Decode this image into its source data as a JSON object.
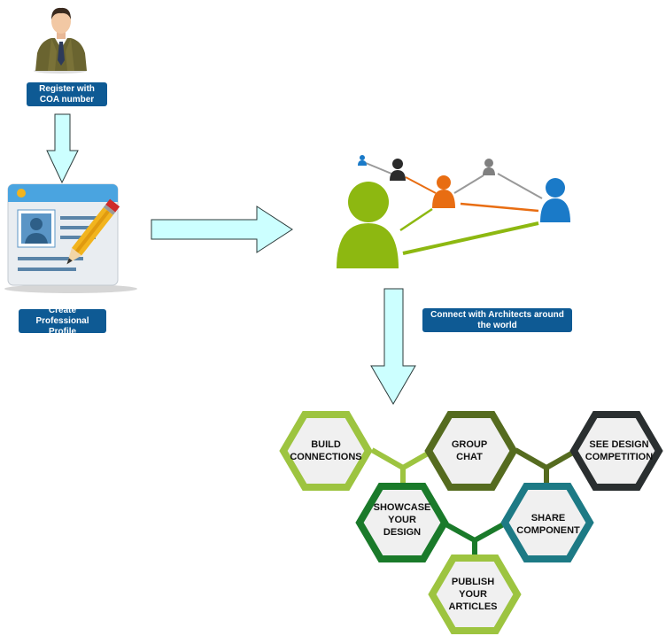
{
  "steps": {
    "register": "Register with COA number",
    "profile": "Create Professional Profile",
    "connect": "Connect with Architects around the world"
  },
  "hexagons": {
    "build": [
      "BUILD",
      "CONNECTIONS"
    ],
    "group": [
      "GROUP",
      "CHAT"
    ],
    "competition": [
      "SEE DESIGN",
      "COMPETITION"
    ],
    "showcase": [
      "SHOWCASE",
      "YOUR",
      "DESIGN"
    ],
    "share": [
      "SHARE",
      "COMPONENT"
    ],
    "publish": [
      "PUBLISH",
      "YOUR",
      "ARTICLES"
    ]
  },
  "colors": {
    "label_bg": "#0e5a94",
    "arrow_fill": "#ccffff",
    "hex_light_green": "#9dc440",
    "hex_dark_olive": "#556b1f",
    "hex_black": "#2a2f30",
    "hex_dark_green": "#1a7a2a",
    "hex_teal": "#1d7a85",
    "network_green": "#8db811",
    "network_orange": "#e86d12",
    "network_blue": "#1a7ac8",
    "network_black": "#333333",
    "network_gray": "#888888"
  },
  "icons": [
    "businessman-icon",
    "profile-card-icon",
    "pencil-icon",
    "network-people-icon"
  ]
}
